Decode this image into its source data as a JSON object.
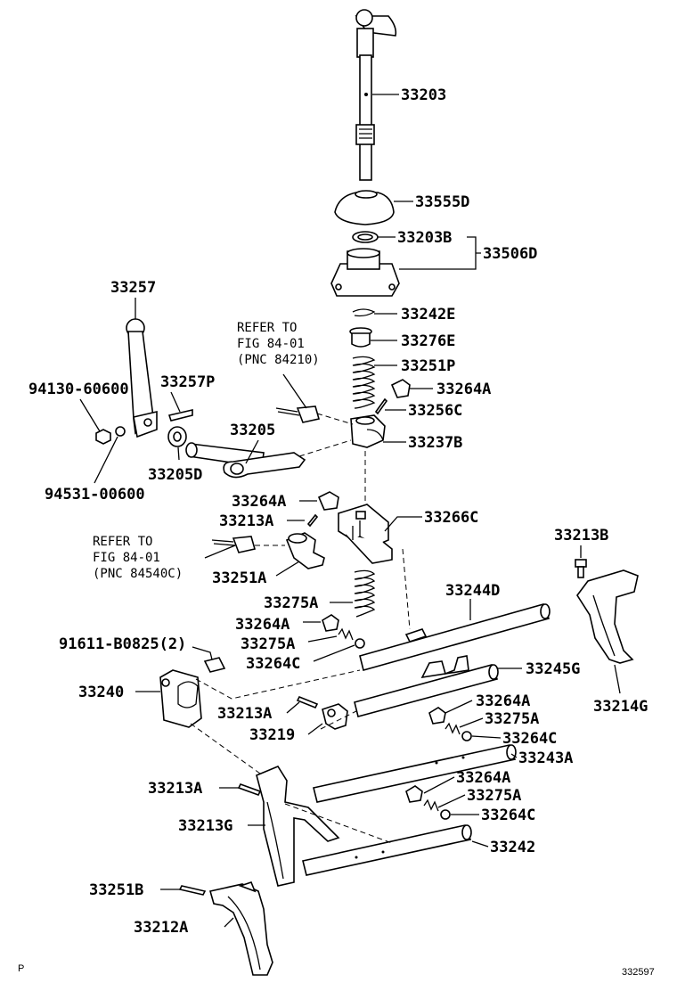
{
  "labels": {
    "p33203": "33203",
    "p33555D": "33555D",
    "p33203B": "33203B",
    "p33506D": "33506D",
    "p33242E": "33242E",
    "p33276E": "33276E",
    "p33251P": "33251P",
    "p33264A_1": "33264A",
    "p33256C": "33256C",
    "p33237B": "33237B",
    "p33257": "33257",
    "p33257P": "33257P",
    "p94130": "94130-60600",
    "p33205": "33205",
    "p33205D": "33205D",
    "p94531": "94531-00600",
    "p33264A_2": "33264A",
    "p33213A_1": "33213A",
    "p33266C": "33266C",
    "p33251A": "33251A",
    "p33275A_1": "33275A",
    "p33244D": "33244D",
    "p33264A_3": "33264A",
    "p33275A_2": "33275A",
    "p33264C_1": "33264C",
    "p91611": "91611-B0825(2)",
    "p33240": "33240",
    "p33245G": "33245G",
    "p33264A_4": "33264A",
    "p33275A_3": "33275A",
    "p33264C_2": "33264C",
    "p33213A_2": "33213A",
    "p33219": "33219",
    "p33243A": "33243A",
    "p33213A_3": "33213A",
    "p33264A_5": "33264A",
    "p33275A_4": "33275A",
    "p33213G": "33213G",
    "p33264C_3": "33264C",
    "p33242": "33242",
    "p33251B": "33251B",
    "p33212A": "33212A",
    "p33213B": "33213B",
    "p33214G": "33214G"
  },
  "refer1": {
    "line1": "REFER TO",
    "line2": "FIG 84-01",
    "line3": "(PNC 84210)"
  },
  "refer2": {
    "line1": "REFER TO",
    "line2": "FIG 84-01",
    "line3": "(PNC 84540C)"
  },
  "footer": {
    "left": "P",
    "right": "332597"
  }
}
